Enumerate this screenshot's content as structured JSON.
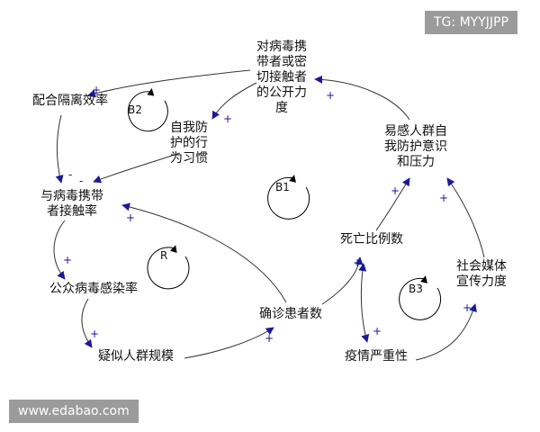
{
  "nodes": {
    "center_top": [
      "对病毒携",
      "带者或密",
      "切接触者",
      "的公开力",
      "度"
    ],
    "isolation_eff": [
      "配合隔离效率"
    ],
    "self_protect": [
      "自我防",
      "护的行",
      "为习惯"
    ],
    "susceptible": [
      "易感人群自",
      "我防护意识",
      "和压力"
    ],
    "contact_rate": [
      "与病毒携带",
      "者接触率"
    ],
    "death_ratio": [
      "死亡比例数"
    ],
    "social_media": [
      "社会媒体",
      "宣传力度"
    ],
    "infection_rate": [
      "公众病毒感染率"
    ],
    "confirmed": [
      "确诊患者数"
    ],
    "suspected": [
      "疑似人群规模"
    ],
    "severity": [
      "疫情严重性"
    ]
  },
  "loops": {
    "b2": "B2",
    "b1": "B1",
    "r": "R",
    "b3": "B3"
  },
  "signs": {
    "plus": "+",
    "minus": "-"
  },
  "watermarks": {
    "top": "TG: MYYJJPP",
    "bottom": "www.edabao.com"
  },
  "colors": {
    "arrow": "#1a1a99",
    "link": "#333333",
    "text": "#111111"
  }
}
